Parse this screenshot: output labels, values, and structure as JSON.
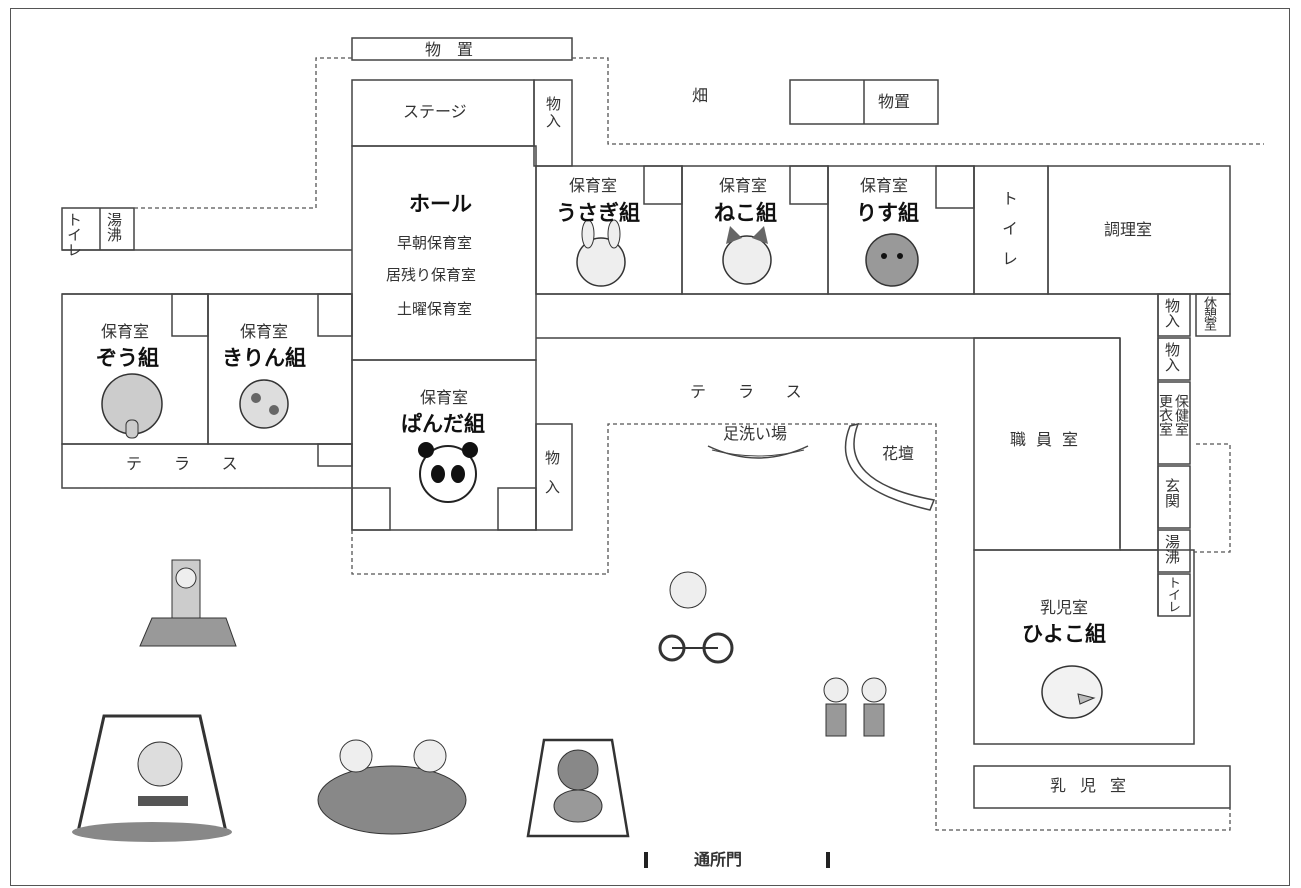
{
  "map": {
    "rooms": {
      "storage_top": "物　置",
      "storage_field": "物置",
      "field": "畑",
      "stage": "ステージ",
      "storage_stage": "物入",
      "hall": "ホール",
      "hall_uses": [
        "早朝保育室",
        "居残り保育室",
        "土曜保育室"
      ],
      "toilet_west": "トイレ",
      "boiler_west": "湯沸",
      "toilet_mid": "トイレ",
      "kitchen": "調理室",
      "storage_right1": "物入",
      "rest_room": "休憩室",
      "storage_right2": "物入",
      "health_room": "保健室",
      "changing_room": "更衣室",
      "entrance": "玄関",
      "boiler_east": "湯沸",
      "toilet_east": "トイレ",
      "staff_room": "職員室",
      "storage_panda": "物入",
      "infant_room_extra": "乳児室",
      "foot_wash": "足洗い場",
      "flower_bed": "花壇",
      "gate": "通所門"
    },
    "classrooms": [
      {
        "kind": "保育室",
        "name": "うさぎ組",
        "animal": "rabbit-icon"
      },
      {
        "kind": "保育室",
        "name": "ねこ組",
        "animal": "cat-icon"
      },
      {
        "kind": "保育室",
        "name": "りす組",
        "animal": "squirrel-icon"
      },
      {
        "kind": "保育室",
        "name": "ぞう組",
        "animal": "elephant-icon"
      },
      {
        "kind": "保育室",
        "name": "きりん組",
        "animal": "giraffe-icon"
      },
      {
        "kind": "保育室",
        "name": "ぱんだ組",
        "animal": "panda-icon"
      },
      {
        "kind": "乳児室",
        "name": "ひよこ組",
        "animal": "chick-icon"
      }
    ],
    "terraces": {
      "west": "テラス",
      "center": "テラス"
    }
  }
}
